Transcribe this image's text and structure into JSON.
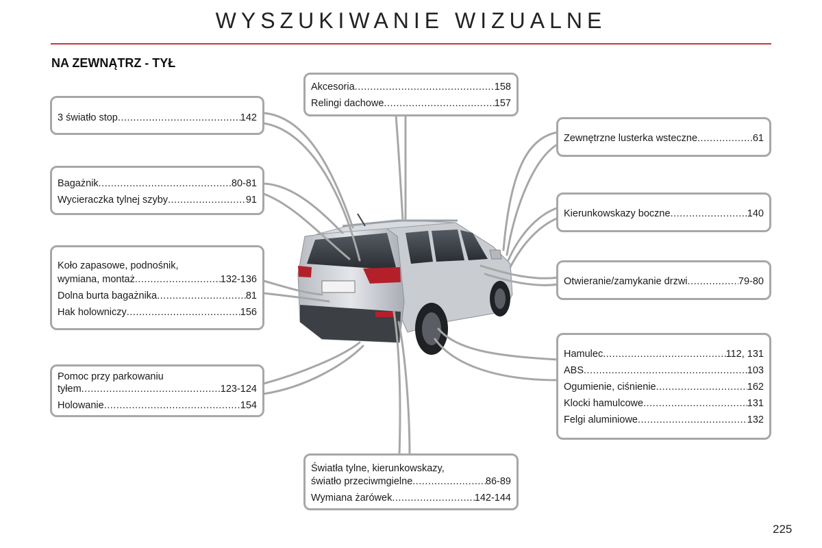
{
  "page": {
    "title": "WYSZUKIWANIE WIZUALNE",
    "section": "NA ZEWNĄTRZ - TYŁ",
    "page_number": "225"
  },
  "boxes": {
    "stop": {
      "items": [
        {
          "label": "3 światło stop",
          "page": "142"
        }
      ]
    },
    "trunk": {
      "items": [
        {
          "label": "Bagażnik",
          "page": " 80-81"
        },
        {
          "label": "Wycieraczka tylnej szyby",
          "page": "91"
        }
      ]
    },
    "spare": {
      "items": [
        {
          "line1": "Koło zapasowe, podnośnik,",
          "label": "wymiana, montaż",
          "page": " 132-136"
        },
        {
          "label": "Dolna burta bagażnika",
          "page": "81"
        },
        {
          "label": "Hak holowniczy",
          "page": "156"
        }
      ]
    },
    "parking": {
      "items": [
        {
          "line1": "Pomoc przy parkowaniu",
          "label": "tyłem",
          "page": " 123-124"
        },
        {
          "label": "Holowanie",
          "page": "154"
        }
      ]
    },
    "accessories": {
      "items": [
        {
          "label": "Akcesoria",
          "page": "158"
        },
        {
          "label": "Relingi dachowe ",
          "page": "157"
        }
      ]
    },
    "lights": {
      "items": [
        {
          "line1": "Światła tylne, kierunkowskazy,",
          "label": "światło przeciwmgielne",
          "page": " 86-89"
        },
        {
          "label": "Wymiana żarówek ",
          "page": " 142-144"
        }
      ]
    },
    "mirrors": {
      "items": [
        {
          "label": "Zewnętrzne lusterka wsteczne ",
          "page": "61"
        }
      ]
    },
    "indicators": {
      "items": [
        {
          "label": "Kierunkowskazy boczne ",
          "page": "140"
        }
      ]
    },
    "doors": {
      "items": [
        {
          "label": "Otwieranie/zamykanie drzwi",
          "page": " 79-80"
        }
      ]
    },
    "brakes": {
      "items": [
        {
          "label": "Hamulec ",
          "page": "112, 131"
        },
        {
          "label": "ABS ",
          "page": "103"
        },
        {
          "label": "Ogumienie, ciśnienie ",
          "page": "162"
        },
        {
          "label": "Klocki hamulcowe",
          "page": "131"
        },
        {
          "label": "Felgi aluminiowe",
          "page": "132"
        }
      ]
    }
  }
}
